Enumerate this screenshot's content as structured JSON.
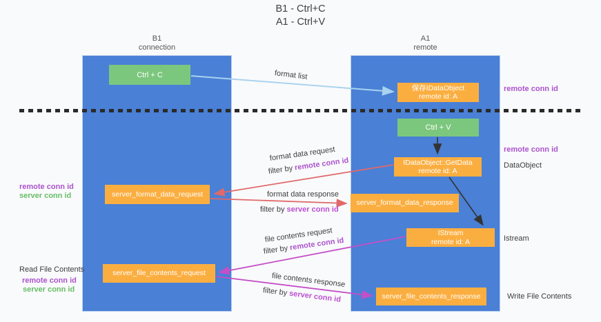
{
  "title": {
    "line1": "B1 - Ctrl+C",
    "line2": "A1 - Ctrl+V"
  },
  "lanes": {
    "left": {
      "header_line1": "B1",
      "header_line2": "connection"
    },
    "right": {
      "header_line1": "A1",
      "header_line2": "remote"
    }
  },
  "nodes": {
    "ctrl_c": "Ctrl + C",
    "ctrl_v": "Ctrl + V",
    "save_idataobject": {
      "line1": "保存IDataObject",
      "line2": "remote id: A"
    },
    "getdata": {
      "line1": "IDataObject::GetData",
      "line2": "remote id: A"
    },
    "istream": {
      "line1": "IStream",
      "line2": "remote id: A"
    },
    "server_format_data_request": "server_format_data_request",
    "server_format_data_response": "server_format_data_response",
    "server_file_contents_request": "server_file_contents_request",
    "server_file_contents_response": "server_file_contents_response"
  },
  "edge_labels": {
    "format_list": "format list",
    "format_data_request": "format data request",
    "format_data_response": "format data response",
    "file_contents_request": "file contents request",
    "file_contents_response": "file contents response",
    "filter_by": "filter by ",
    "remote_conn_id": "remote conn id",
    "server_conn_id": "server conn id"
  },
  "margin_labels": {
    "right_top_remote": "remote conn id",
    "right_mid_remote": "remote conn id",
    "right_dataobject": "DataObject",
    "right_istream": "Istream",
    "right_write": "Write File Contents",
    "left_top_remote": "remote conn id",
    "left_top_server": "server conn id",
    "left_read": "Read File Contents",
    "left_bottom_remote": "remote conn id",
    "left_bottom_server": "server conn id"
  },
  "colors": {
    "lane_blue": "#4a80d6",
    "box_green": "#7cc77e",
    "box_orange": "#fbae40",
    "arrow_light_blue": "#a9d3ef",
    "arrow_salmon": "#e0696b",
    "arrow_magenta": "#c44fc8",
    "arrow_black": "#333333",
    "text_purple": "#ab53cd",
    "text_green": "#67bd67",
    "background": "#f9fafb"
  }
}
